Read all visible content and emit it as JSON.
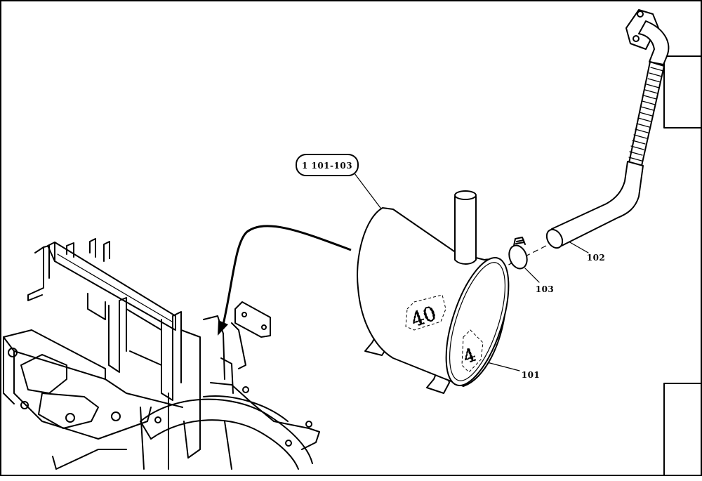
{
  "callout_group": "1 101-103",
  "parts": [
    {
      "number": "101",
      "icon": "muffler-icon"
    },
    {
      "number": "102",
      "icon": "exhaust-pipe-icon"
    },
    {
      "number": "103",
      "icon": "pipe-clamp-icon"
    }
  ],
  "markings": {
    "weld_top": "40",
    "weld_bottom": "4"
  }
}
